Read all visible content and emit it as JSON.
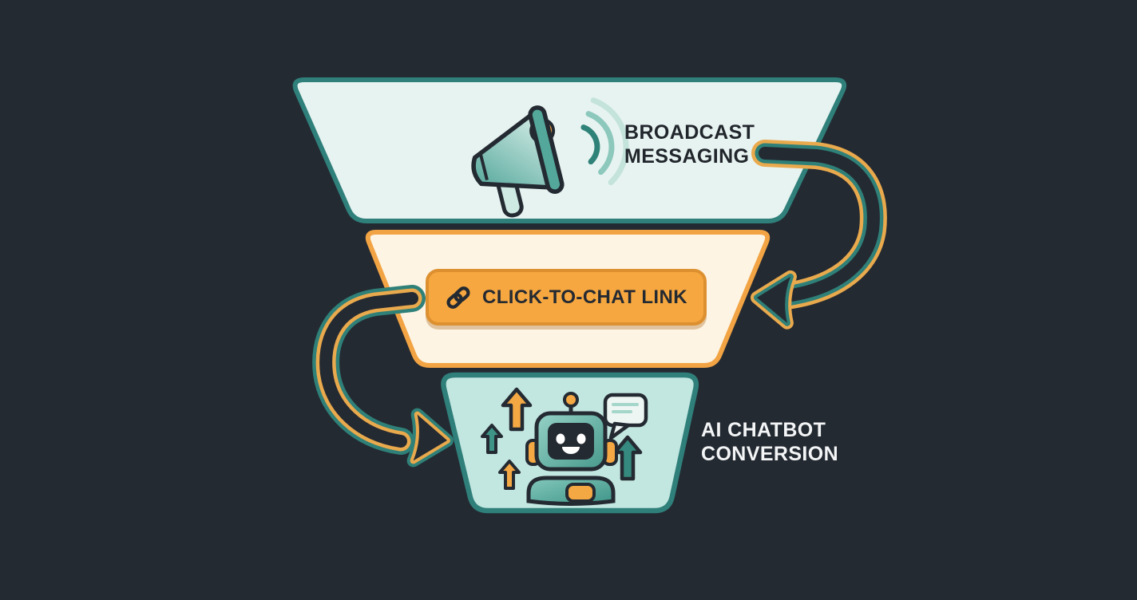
{
  "diagram": {
    "type": "conversion-funnel",
    "background_color": "#242a32",
    "accent_colors": {
      "teal": "#2f8078",
      "orange": "#f2a444",
      "mint": "#e7f3f1",
      "cream": "#fdf4e3",
      "light_teal": "#c2e6e0",
      "dark_text": "#21262c",
      "light_text": "#f3f5f6"
    }
  },
  "tiers": [
    {
      "id": "broadcast-messaging",
      "label_lines": [
        "BROADCAST",
        "MESSAGING"
      ],
      "icon": "megaphone-icon",
      "fill": "#e7f3f1",
      "border": "#2f7f7a",
      "text_color": "#21262c"
    },
    {
      "id": "click-to-chat",
      "button_label": "CLICK-TO-CHAT LINK",
      "icon": "link-icon",
      "fill": "#fdf4e3",
      "border": "#f2a444",
      "button_fill": "#f6a73f",
      "button_border": "#dd9030",
      "text_color": "#242a32"
    },
    {
      "id": "ai-chatbot-conversion",
      "label_lines": [
        "AI CHATBOT",
        "CONVERSION"
      ],
      "icon": "robot-icon",
      "fill": "#c2e6e0",
      "border": "#2f7f7a",
      "text_color": "#f3f5f6"
    }
  ],
  "arrows": [
    {
      "id": "broadcast-to-chat",
      "side": "right",
      "from": "broadcast-messaging",
      "to": "click-to-chat",
      "outer_color": "#e9a94d",
      "inner_color": "#2f8078"
    },
    {
      "id": "chat-to-chatbot",
      "side": "left",
      "from": "click-to-chat",
      "to": "ai-chatbot-conversion",
      "outer_color": "#2f8078",
      "inner_color": "#e9a94d"
    }
  ]
}
